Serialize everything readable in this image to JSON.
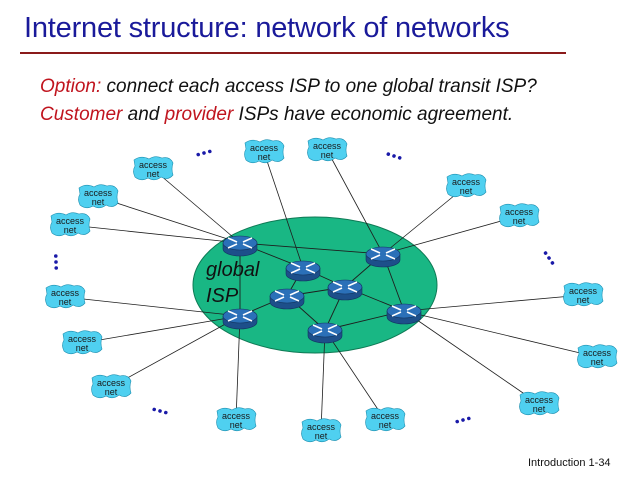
{
  "slide": {
    "title": "Internet structure: network of networks",
    "line1": {
      "option_label": "Option:",
      "option_text": " connect each access ISP to one global transit ISP?"
    },
    "line2": {
      "customer": "Customer",
      "and": " and ",
      "provider": "provider",
      "rest": " ISPs have economic agreement."
    },
    "footer": "Introduction 1-34"
  },
  "diagram": {
    "global_isp_label": [
      "global",
      "ISP"
    ],
    "access_net_label": [
      "access",
      "net"
    ],
    "ellipsis": "...",
    "colors": {
      "cloud": "#4fd0f0",
      "core": "#19b784",
      "router": "#2b70b8",
      "title": "#1a1a9a",
      "accent": "#c0141e"
    }
  }
}
